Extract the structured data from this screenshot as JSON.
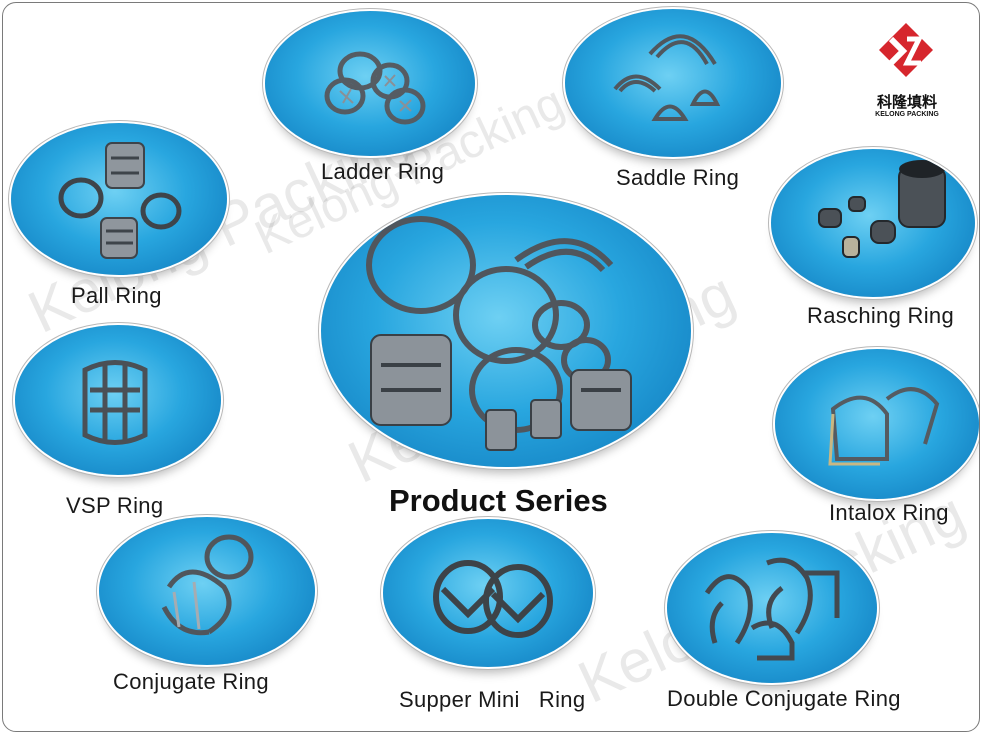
{
  "brand": {
    "name_cn": "科隆填料",
    "name_en": "KELONG PACKING",
    "color": "#d6262d"
  },
  "watermark": "Kelong Packing",
  "title": "Product Series",
  "products": {
    "ladder": "Ladder Ring",
    "saddle": "Saddle Ring",
    "pall": "Pall Ring",
    "rasching": "Rasching Ring",
    "vsp": "VSP Ring",
    "intalox": "Intalox Ring",
    "conjugate": "Conjugate Ring",
    "supper_mini": "Supper Mini   Ring",
    "double_conjugate": "Double Conjugate Ring"
  }
}
